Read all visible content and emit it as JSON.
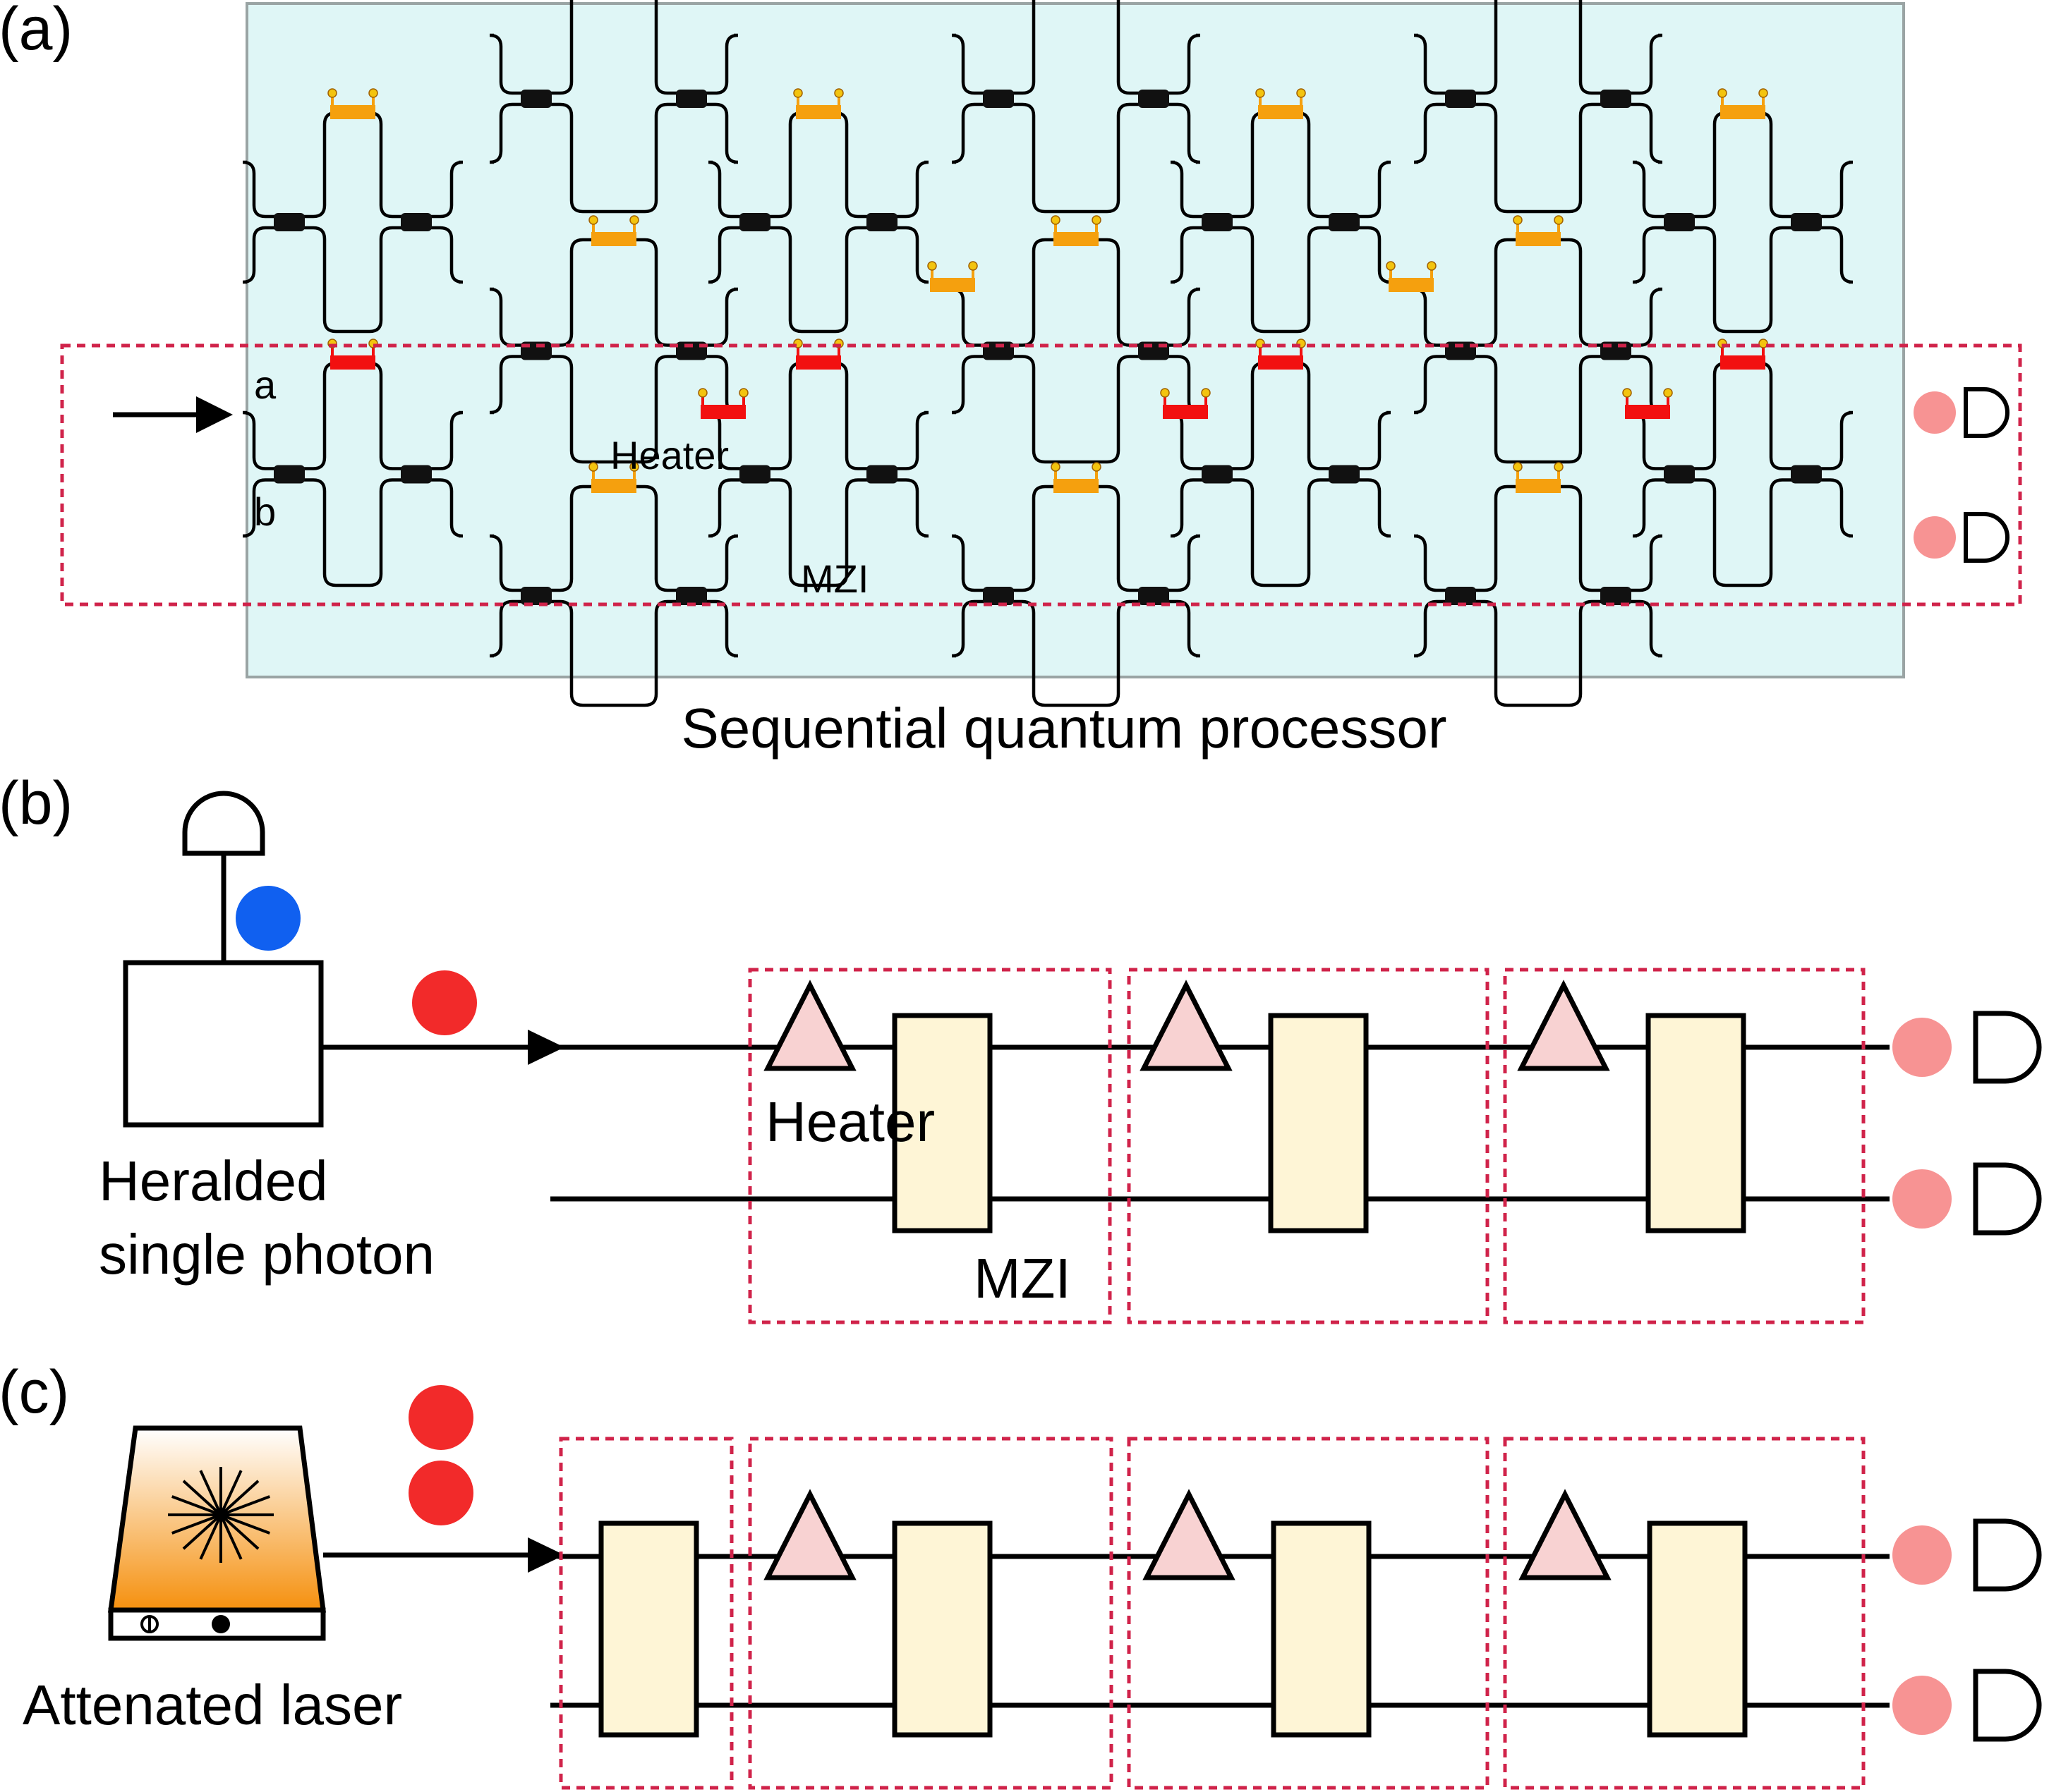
{
  "panels": {
    "a": {
      "label": "(a)",
      "mode_a": "a",
      "mode_b": "b",
      "heater_label": "Heater",
      "mzi_label": "MZI",
      "caption": "Sequential quantum processor"
    },
    "b": {
      "label": "(b)",
      "heater_label": "Heater",
      "mzi_label": "MZI",
      "source_label_line1": "Heralded",
      "source_label_line2": "single photon"
    },
    "c": {
      "label": "(c)",
      "source_label": "Attenated laser"
    }
  },
  "colors": {
    "chip_background": "#dff6f6",
    "heater_idle": "#f5a00e",
    "heater_active": "#f21010",
    "heater_pad": "#f3c40f",
    "dashed_box": "#d0234a",
    "photon_signal": "#f22a2a",
    "photon_herald": "#1060f0",
    "photon_detected": "#f79393",
    "heater_triangle": "#f8d2d2",
    "mzi_box": "#fef5d6",
    "laser_gradient_top": "#ffffff",
    "laser_gradient_bottom": "#f5900e"
  },
  "icons": [
    "detector-icon",
    "photon-icon",
    "laser-icon",
    "arrow-icon",
    "heater-icon",
    "mzi-icon"
  ]
}
